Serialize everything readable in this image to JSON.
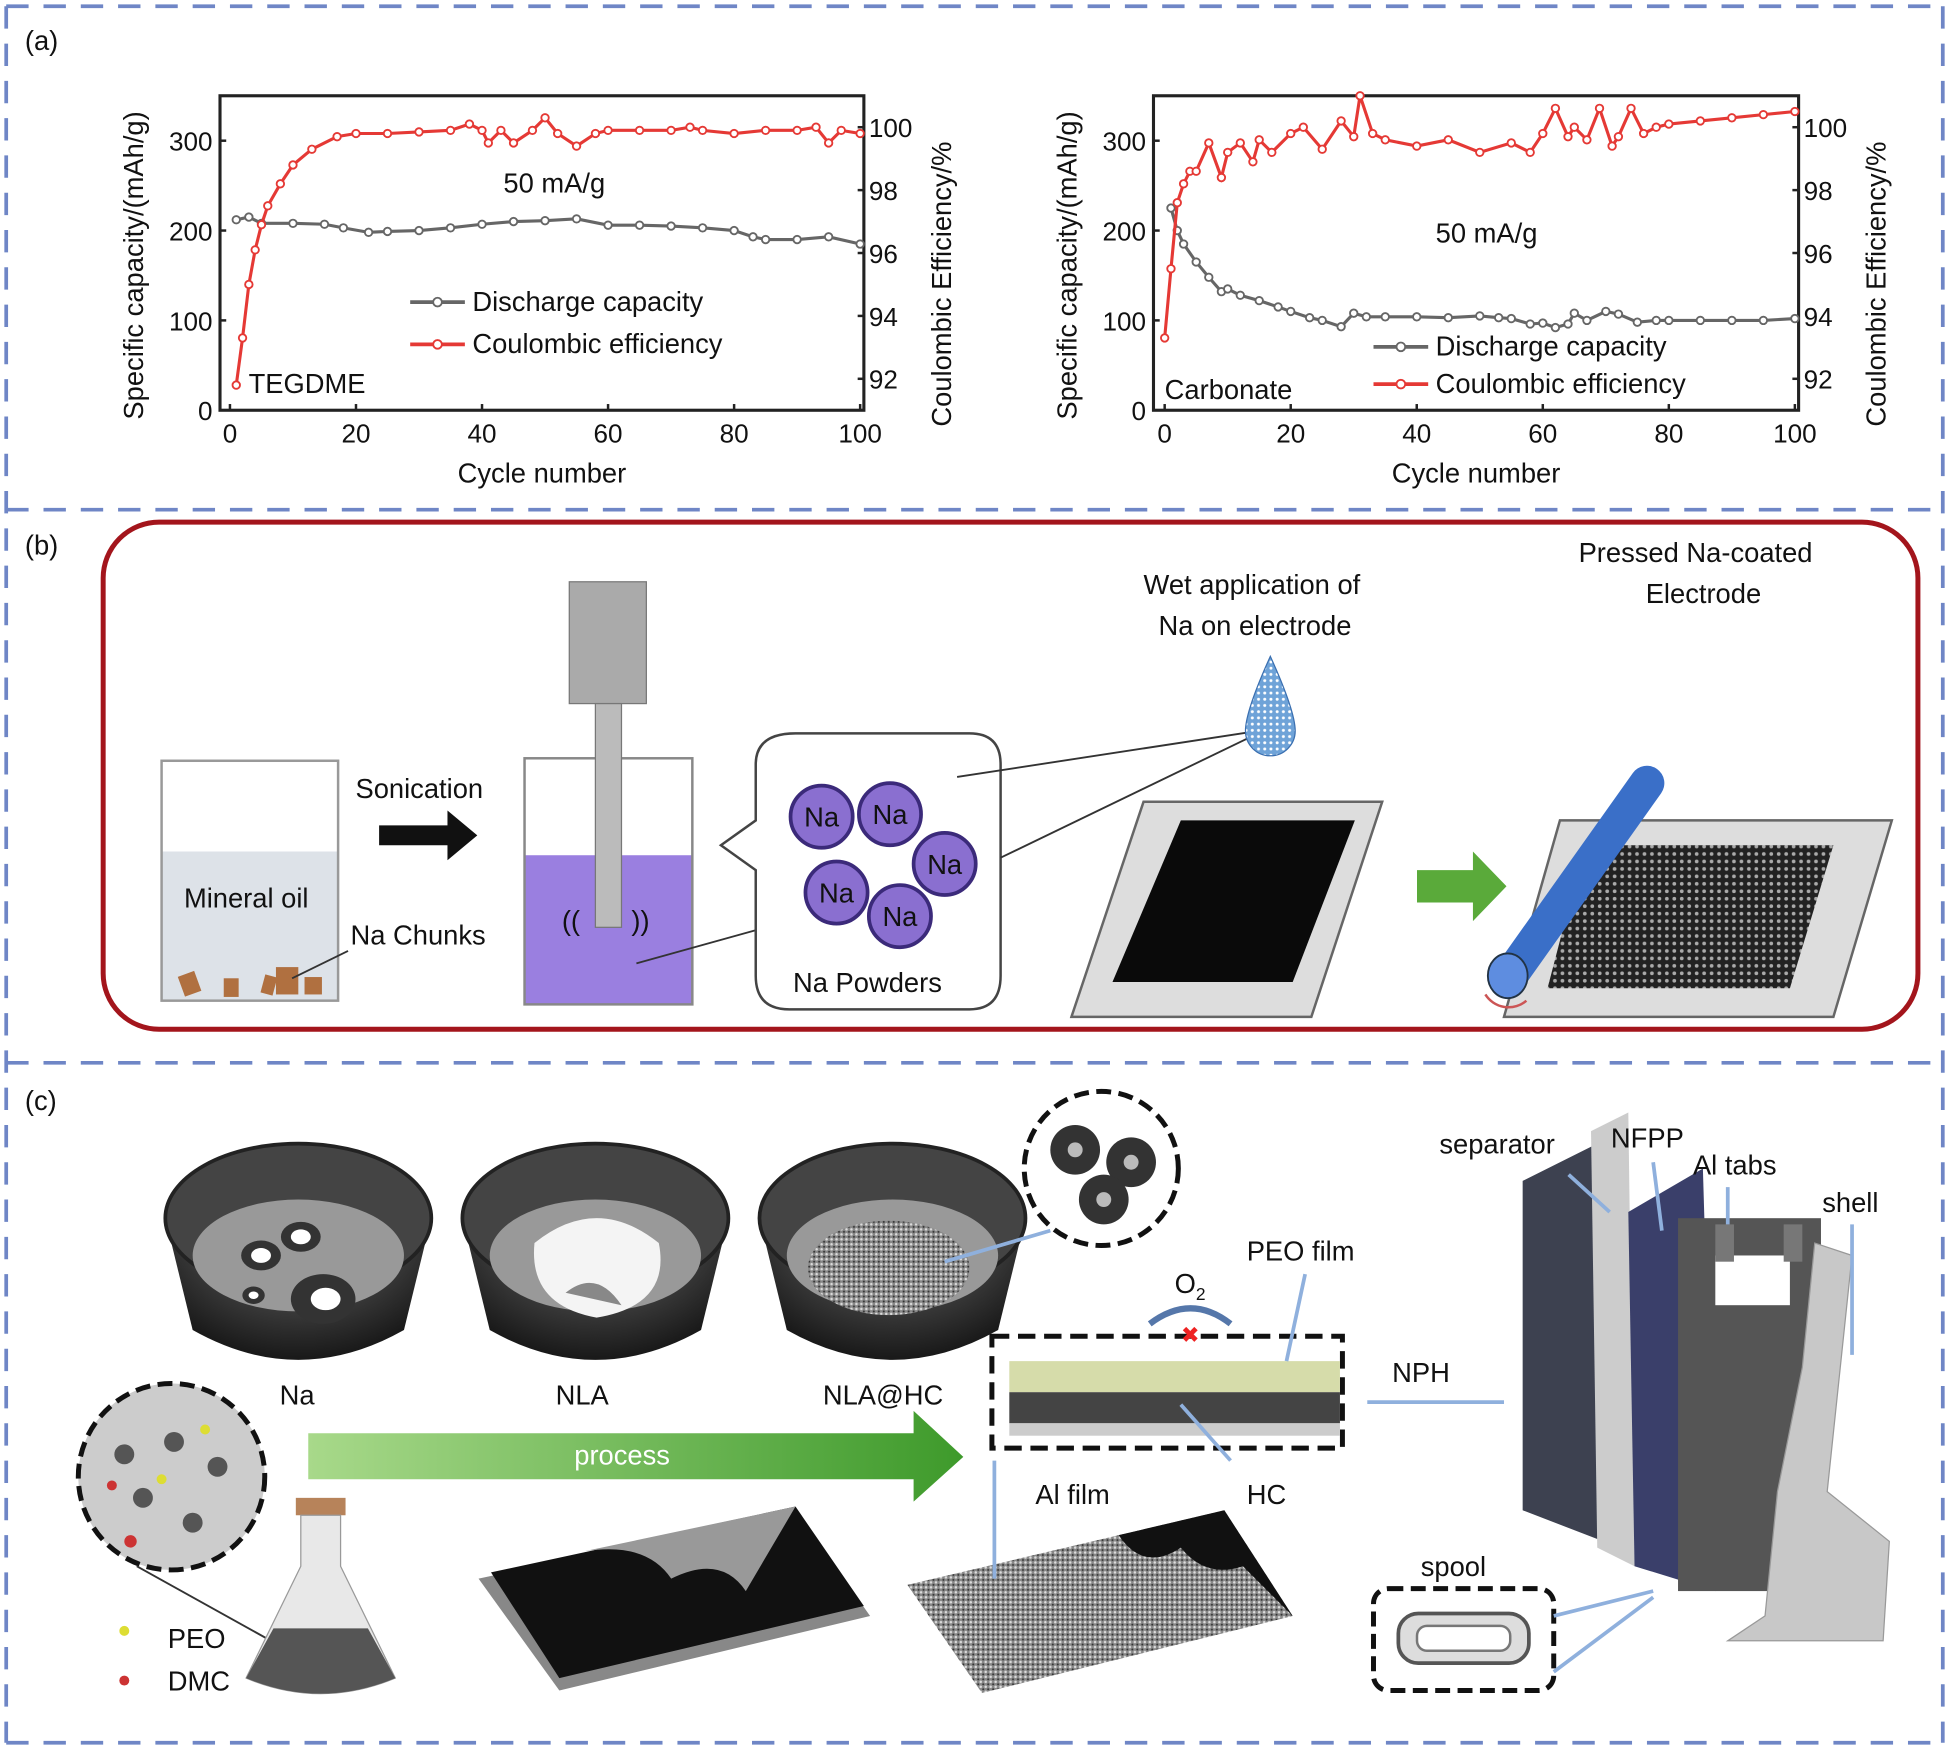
{
  "panels": {
    "a": {
      "label": "(a)"
    },
    "b": {
      "label": "(b)",
      "sonication": "Sonication",
      "mineral_oil": "Mineral oil",
      "na_chunks": "Na Chunks",
      "na_powders": "Na Powders",
      "na": "Na",
      "wet_app_line1": "Wet application of",
      "wet_app_line2": "Na on electrode",
      "pressed_line1": "Pressed Na-coated",
      "pressed_line2": "Electrode"
    },
    "c": {
      "label": "(c)",
      "na": "Na",
      "nla": "NLA",
      "nla_hc": "NLA@HC",
      "process": "process",
      "peo": "PEO",
      "dmc": "DMC",
      "o2": "O",
      "o2_sub": "2",
      "peo_film": "PEO film",
      "al_film": "Al film",
      "hc": "HC",
      "nph": "NPH",
      "separator": "separator",
      "nfpp": "NFPP",
      "al_tabs": "Al tabs",
      "shell": "shell",
      "spool": "spool"
    }
  },
  "colors": {
    "frame": "#6f86c6",
    "red_box": "#a3151c",
    "ce_line": "#e53935",
    "dc_line": "#666666",
    "purple": "#8a6fd0",
    "green_arrow": "#5aaa3a",
    "blue_arrow": "#8fb0dd"
  },
  "chart_data": [
    {
      "type": "line",
      "annotation": "TEGDME",
      "rate_label": "50 mA/g",
      "xlabel": "Cycle number",
      "ylabel": "Specific capacity/(mAh/g)",
      "y2label": "Coulombic Efficiency/%",
      "xlim": [
        0,
        100
      ],
      "ylim": [
        0,
        350
      ],
      "y2lim": [
        91,
        101
      ],
      "xticks": [
        "0",
        "20",
        "40",
        "60",
        "80",
        "100"
      ],
      "yticks": [
        "0",
        "100",
        "200",
        "300"
      ],
      "y2ticks": [
        "92",
        "94",
        "96",
        "98",
        "100"
      ],
      "legend": "center-right",
      "series": [
        {
          "name": "Discharge capacity",
          "axis": "left",
          "color": "#666666",
          "x": [
            1,
            3,
            5,
            10,
            15,
            18,
            22,
            25,
            30,
            35,
            40,
            45,
            50,
            55,
            60,
            65,
            70,
            75,
            80,
            83,
            85,
            90,
            95,
            100
          ],
          "y": [
            212,
            215,
            208,
            208,
            207,
            203,
            198,
            199,
            200,
            203,
            207,
            210,
            211,
            213,
            206,
            206,
            205,
            203,
            200,
            193,
            190,
            190,
            193,
            185
          ]
        },
        {
          "name": "Coulombic efficiency",
          "axis": "right",
          "color": "#e53935",
          "x": [
            1,
            2,
            3,
            4,
            5,
            6,
            8,
            10,
            13,
            17,
            20,
            25,
            30,
            35,
            38,
            40,
            41,
            43,
            45,
            48,
            50,
            52,
            55,
            58,
            60,
            65,
            70,
            73,
            75,
            80,
            85,
            90,
            93,
            95,
            97,
            100
          ],
          "y": [
            91.8,
            93.3,
            95.0,
            96.1,
            96.9,
            97.5,
            98.2,
            98.8,
            99.3,
            99.7,
            99.8,
            99.8,
            99.85,
            99.9,
            100.1,
            99.9,
            99.5,
            99.9,
            99.5,
            99.9,
            100.3,
            99.8,
            99.4,
            99.8,
            99.9,
            99.9,
            99.9,
            100.0,
            99.9,
            99.8,
            99.9,
            99.9,
            100.0,
            99.5,
            99.9,
            99.8
          ]
        }
      ]
    },
    {
      "type": "line",
      "annotation": "Carbonate",
      "rate_label": "50 mA/g",
      "xlabel": "Cycle number",
      "ylabel": "Specific capacity/(mAh/g)",
      "y2label": "Coulombic Efficiency/%",
      "xlim": [
        0,
        100
      ],
      "ylim": [
        0,
        350
      ],
      "y2lim": [
        91,
        101
      ],
      "xticks": [
        "0",
        "20",
        "40",
        "60",
        "80",
        "100"
      ],
      "yticks": [
        "0",
        "100",
        "200",
        "300"
      ],
      "y2ticks": [
        "92",
        "94",
        "96",
        "98",
        "100"
      ],
      "legend": "bottom-right",
      "series": [
        {
          "name": "Discharge capacity",
          "axis": "left",
          "color": "#666666",
          "x": [
            1,
            2,
            3,
            5,
            7,
            9,
            10,
            12,
            15,
            18,
            20,
            23,
            25,
            28,
            30,
            32,
            35,
            40,
            45,
            50,
            53,
            55,
            58,
            60,
            62,
            64,
            65,
            67,
            70,
            72,
            75,
            78,
            80,
            85,
            90,
            95,
            100
          ],
          "y": [
            225,
            200,
            185,
            165,
            148,
            132,
            135,
            128,
            122,
            115,
            110,
            103,
            100,
            93,
            108,
            104,
            104,
            104,
            103,
            105,
            103,
            102,
            96,
            97,
            92,
            96,
            108,
            100,
            110,
            107,
            98,
            100,
            100,
            100,
            100,
            100,
            102
          ]
        },
        {
          "name": "Coulombic efficiency",
          "axis": "right",
          "color": "#e53935",
          "x": [
            0,
            1,
            2,
            3,
            4,
            5,
            7,
            9,
            10,
            12,
            14,
            15,
            17,
            20,
            22,
            25,
            28,
            30,
            31,
            33,
            35,
            40,
            45,
            50,
            55,
            58,
            60,
            62,
            64,
            65,
            67,
            69,
            71,
            72,
            74,
            76,
            78,
            80,
            85,
            90,
            95,
            100
          ],
          "y": [
            93.3,
            95.5,
            97.6,
            98.2,
            98.6,
            98.6,
            99.5,
            98.4,
            99.2,
            99.5,
            98.9,
            99.6,
            99.2,
            99.8,
            100.0,
            99.3,
            100.2,
            99.7,
            101.0,
            99.8,
            99.6,
            99.4,
            99.6,
            99.2,
            99.5,
            99.2,
            99.8,
            100.6,
            99.7,
            100.0,
            99.6,
            100.6,
            99.4,
            99.7,
            100.6,
            99.8,
            100.0,
            100.1,
            100.2,
            100.3,
            100.4,
            100.5
          ]
        }
      ]
    }
  ]
}
